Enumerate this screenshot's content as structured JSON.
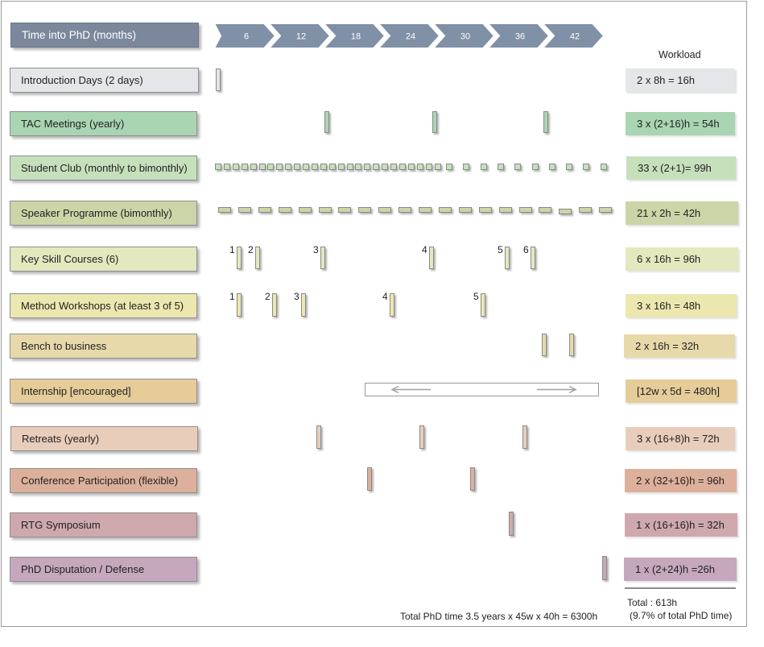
{
  "header": {
    "axis_title": "Time into PhD (months)",
    "months": [
      "6",
      "12",
      "18",
      "24",
      "30",
      "36",
      "42"
    ],
    "workload_title": "Workload"
  },
  "colors": {
    "header_fill": "#7b889c",
    "arrow_fill": "#8090a6"
  },
  "rows": [
    {
      "label": "Introduction Days (2 days)",
      "workload": "2 x 8h = 16h",
      "color": "#e4e6ea"
    },
    {
      "label": "TAC Meetings (yearly)",
      "workload": "3 x (2+16)h = 54h",
      "color": "#a9d5b3"
    },
    {
      "label": "Student Club (monthly to bimonthly)",
      "workload": "33 x (2+1)= 99h",
      "color": "#c6e0bc"
    },
    {
      "label": "Speaker Programme (bimonthly)",
      "workload": "21 x 2h = 42h",
      "color": "#cbd5a7"
    },
    {
      "label": "Key Skill Courses (6)",
      "workload": "6 x 16h = 96h",
      "color": "#e4e8be"
    },
    {
      "label": "Method Workshops (at least 3 of 5)",
      "workload": "3 x 16h = 48h",
      "color": "#ece7af"
    },
    {
      "label": "Bench to business",
      "workload": "2 x 16h = 32h",
      "color": "#e8d9ab"
    },
    {
      "label": "Internship [encouraged]",
      "workload": "[12w x 5d = 480h]",
      "color": "#e5cc98"
    },
    {
      "label": "Retreats (yearly)",
      "workload": "3 x (16+8)h = 72h",
      "color": "#e9cdbb"
    },
    {
      "label": "Conference Participation (flexible)",
      "workload": "2 x (32+16)h = 96h",
      "color": "#ddb09c"
    },
    {
      "label": "RTG Symposium",
      "workload": "1 x (16+16)h = 32h",
      "color": "#cfa8ad"
    },
    {
      "label": "PhD Disputation / Defense",
      "workload": "1 x (2+24)h =26h",
      "color": "#c6a8bd"
    }
  ],
  "key_skill_numbers": [
    "1",
    "2",
    "3",
    "4",
    "5",
    "6"
  ],
  "workshop_numbers": [
    "1",
    "2",
    "3",
    "4",
    "5"
  ],
  "footer": {
    "total_phd": "Total PhD time 3.5 years x 45w x 40h = 6300h",
    "total": "Total : 613h",
    "percent": "(9.7% of total PhD time)"
  }
}
